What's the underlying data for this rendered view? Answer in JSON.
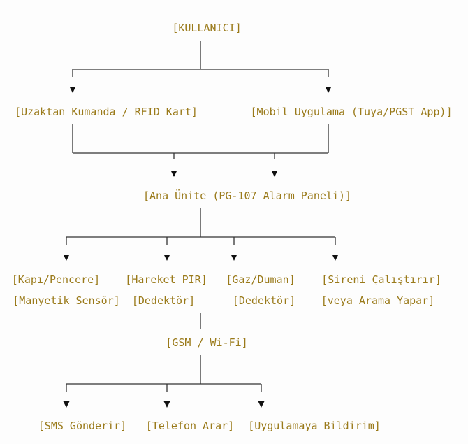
{
  "colors": {
    "text": "#9a7a1a",
    "line": "#333333",
    "background": "#fdfdfd"
  },
  "nodes": {
    "user": "[KULLANICI]",
    "remote": "[Uzaktan Kumanda / RFID Kart]",
    "mobile": "[Mobil Uygulama (Tuya/PGST App)]",
    "main": "[Ana Ünite (PG-107 Alarm Paneli)]",
    "door_1": "[Kapı/Pencere]",
    "door_2": "[Manyetik Sensör]",
    "pir_1": "[Hareket PIR]",
    "pir_2": "[Dedektör]",
    "gas_1": "[Gaz/Duman]",
    "gas_2": "[Dedektör]",
    "siren_1": "[Sireni Çalıştırır]",
    "siren_2": "[veya Arama Yapar]",
    "gsm": "[GSM / Wi-Fi]",
    "sms": "[SMS Gönderir]",
    "phone": "[Telefon Arar]",
    "app": "[Uygulamaya Bildirim]"
  }
}
